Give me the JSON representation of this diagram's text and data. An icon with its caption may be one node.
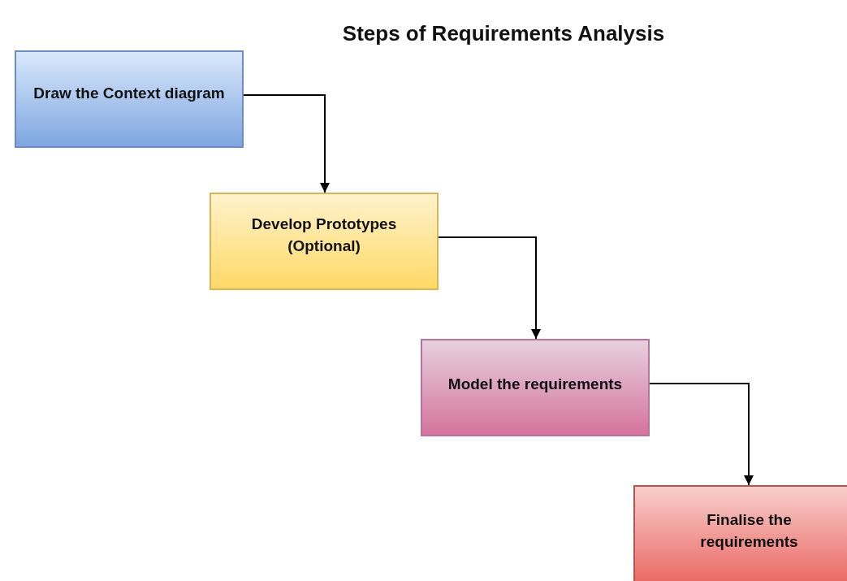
{
  "diagram": {
    "title": "Steps of Requirements Analysis",
    "nodes": [
      {
        "text": [
          "Draw the Context diagram"
        ]
      },
      {
        "text": [
          "Develop Prototypes (Optional)"
        ]
      },
      {
        "text": [
          "Model the requirements"
        ]
      },
      {
        "text": [
          "Finalise the requirements"
        ]
      }
    ],
    "edges": [
      {
        "from": 0,
        "to": 1,
        "arrow": "to"
      },
      {
        "from": 1,
        "to": 2,
        "arrow": "to"
      },
      {
        "from": 2,
        "to": 3,
        "arrow": "to"
      }
    ]
  }
}
